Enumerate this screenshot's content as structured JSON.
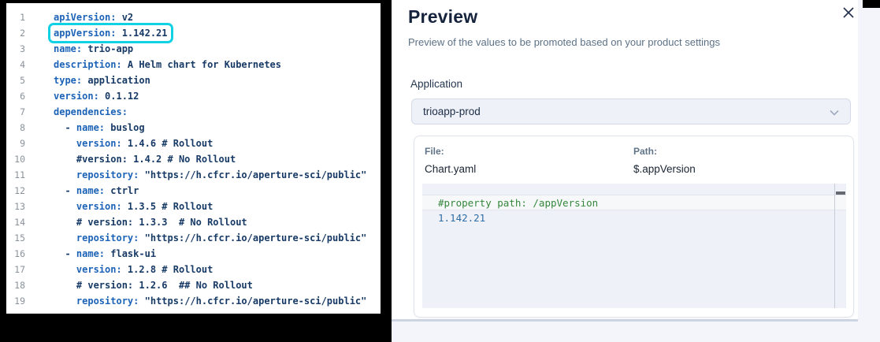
{
  "colors": {
    "accent_cyan": "#10d2e4",
    "yaml_key_blue": "#1c63b7",
    "yaml_text_navy": "#173a66",
    "comment_green": "#35873c",
    "preview_value_blue": "#2e6da6",
    "panel_background_lavender": "#f3f5fb"
  },
  "editor": {
    "lines": [
      {
        "num": "1",
        "segments": [
          {
            "text": "apiVersion:",
            "type": "key"
          },
          {
            "text": " v2",
            "type": "plain"
          }
        ]
      },
      {
        "num": "2",
        "highlighted": true,
        "segments": [
          {
            "text": "appVersion:",
            "type": "key"
          },
          {
            "text": " 1.142.21",
            "type": "plain"
          }
        ]
      },
      {
        "num": "3",
        "segments": [
          {
            "text": "name:",
            "type": "key"
          },
          {
            "text": " trio-app",
            "type": "plain"
          }
        ]
      },
      {
        "num": "4",
        "segments": [
          {
            "text": "description:",
            "type": "key"
          },
          {
            "text": " A Helm chart for Kubernetes",
            "type": "plain"
          }
        ]
      },
      {
        "num": "5",
        "segments": [
          {
            "text": "type:",
            "type": "key"
          },
          {
            "text": " application",
            "type": "plain"
          }
        ]
      },
      {
        "num": "6",
        "segments": [
          {
            "text": "version:",
            "type": "key"
          },
          {
            "text": " 0.1.12",
            "type": "plain"
          }
        ]
      },
      {
        "num": "7",
        "segments": [
          {
            "text": "dependencies:",
            "type": "key"
          }
        ]
      },
      {
        "num": "8",
        "segments": [
          {
            "text": "  - ",
            "type": "plain"
          },
          {
            "text": "name:",
            "type": "key"
          },
          {
            "text": " buslog",
            "type": "plain"
          }
        ]
      },
      {
        "num": "9",
        "segments": [
          {
            "text": "    ",
            "type": "plain"
          },
          {
            "text": "version:",
            "type": "key"
          },
          {
            "text": " 1.4.6 # Rollout",
            "type": "plain"
          }
        ]
      },
      {
        "num": "10",
        "segments": [
          {
            "text": "    #version: 1.4.2 # No Rollout",
            "type": "plain"
          }
        ]
      },
      {
        "num": "11",
        "segments": [
          {
            "text": "    ",
            "type": "plain"
          },
          {
            "text": "repository:",
            "type": "key"
          },
          {
            "text": " \"https://h.cfcr.io/aperture-sci/public\"",
            "type": "plain"
          }
        ]
      },
      {
        "num": "12",
        "segments": [
          {
            "text": "  - ",
            "type": "plain"
          },
          {
            "text": "name:",
            "type": "key"
          },
          {
            "text": " ctrlr",
            "type": "plain"
          }
        ]
      },
      {
        "num": "13",
        "segments": [
          {
            "text": "    ",
            "type": "plain"
          },
          {
            "text": "version:",
            "type": "key"
          },
          {
            "text": " 1.3.5 # Rollout",
            "type": "plain"
          }
        ]
      },
      {
        "num": "14",
        "segments": [
          {
            "text": "    # version: 1.3.3  # No Rollout",
            "type": "plain"
          }
        ]
      },
      {
        "num": "15",
        "segments": [
          {
            "text": "    ",
            "type": "plain"
          },
          {
            "text": "repository:",
            "type": "key"
          },
          {
            "text": " \"https://h.cfcr.io/aperture-sci/public\"",
            "type": "plain"
          }
        ]
      },
      {
        "num": "16",
        "segments": [
          {
            "text": "  - ",
            "type": "plain"
          },
          {
            "text": "name:",
            "type": "key"
          },
          {
            "text": " flask-ui",
            "type": "plain"
          }
        ]
      },
      {
        "num": "17",
        "segments": [
          {
            "text": "    ",
            "type": "plain"
          },
          {
            "text": "version:",
            "type": "key"
          },
          {
            "text": " 1.2.8 # Rollout",
            "type": "plain"
          }
        ]
      },
      {
        "num": "18",
        "segments": [
          {
            "text": "    # version: 1.2.6  ## No Rollout",
            "type": "plain"
          }
        ]
      },
      {
        "num": "19",
        "segments": [
          {
            "text": "    ",
            "type": "plain"
          },
          {
            "text": "repository:",
            "type": "key"
          },
          {
            "text": " \"https://h.cfcr.io/aperture-sci/public\"",
            "type": "plain"
          }
        ]
      }
    ]
  },
  "preview_panel": {
    "title": "Preview",
    "subtitle": "Preview of the values to be promoted based on your product settings",
    "close_icon": "close-x",
    "application_label": "Application",
    "application_select": {
      "value": "trioapp-prod",
      "chevron_icon": "chevron-down"
    },
    "card": {
      "file_label": "File:",
      "file_value": "Chart.yaml",
      "path_label": "Path:",
      "path_value": "$.appVersion",
      "code_lines": [
        {
          "text": "#property path: /appVersion",
          "tone": "comment-green",
          "highlighted": true
        },
        {
          "text": "1.142.21",
          "tone": "value-blue",
          "highlighted": false
        }
      ]
    }
  }
}
